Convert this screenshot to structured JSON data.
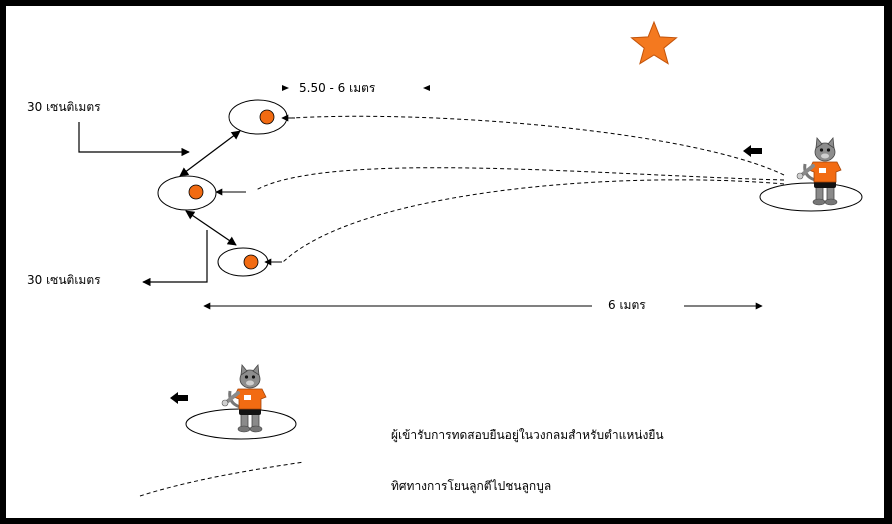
{
  "labels": {
    "dist_between_circles": "5.50 - 6 เมตร",
    "circle_size_top": "30 เซนติเมตร",
    "circle_size_bottom": "30 เซนติเมตร",
    "throw_distance": "6 เมตร"
  },
  "legend": {
    "player_circle": "ผู้เข้ารับการทดสอบยืนอยู่ในวงกลมสำหรับตำแหน่งยืน",
    "throw_path": "ทิศทางการโยนลูกตีไปชนลูกบูล"
  },
  "colors": {
    "target_ball": "#f26b12",
    "star": "#f4791f",
    "shirt": "#f26b12",
    "frame": "#000000"
  },
  "icons": {
    "star": "star-icon",
    "player": "cat-player-icon",
    "direction": "arrow-left-icon"
  }
}
